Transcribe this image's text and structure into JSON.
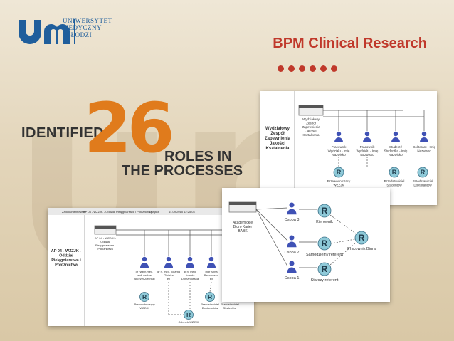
{
  "brand": {
    "university_line1": "UNIWERSYTET",
    "university_line2": "MEDYCZNY",
    "university_line3": "W ŁODZI"
  },
  "colors": {
    "accent": "#c0392b",
    "number": "#e07b1c",
    "logo_blue": "#1f5e9c",
    "node_blue": "#3f51b5",
    "role_teal": "#8ec9d8"
  },
  "slide": {
    "title": "BPM Clinical Research",
    "identified": "IDENTIFIED",
    "number": "26",
    "roles_in": "ROLES IN",
    "the_processes": "THE PROCESSES"
  },
  "panel_right": {
    "side_label": [
      "Wydziałowy",
      "Zespół",
      "Zapewnienia",
      "Jakości",
      "Kształcenia"
    ],
    "box_label": [
      "Wydziałowy",
      "Zespół",
      "Zapewnienia",
      "Jakości",
      "Kształcenia"
    ],
    "persons": [
      [
        "Pracownik",
        "Wydziału - Imię",
        "Nazwisko"
      ],
      [
        "Pracownik",
        "Wydziału - Imię",
        "Nazwisko"
      ],
      [
        "Student /",
        "Studentka - Imię",
        "Nazwisko"
      ],
      [
        "Doktorant - Imię",
        "Nazwisko"
      ]
    ],
    "roles": [
      [
        "Przewodniczący",
        "WZZJK"
      ],
      [
        "Przedstawiciel",
        "Studentów"
      ],
      [
        "Przedstawiciel",
        "Doktorantów"
      ]
    ]
  },
  "panel_middle": {
    "box_label": [
      "Akademickie",
      "Biuro Karier",
      "BABK"
    ],
    "persons": [
      "Osoba 3",
      "Osoba 2",
      "Osoba 1"
    ],
    "roles": [
      "Kierownik",
      "Samodzielny referent",
      "Starszy referent",
      "Pracownik Biura"
    ]
  },
  "panel_left": {
    "toolbar": [
      "Zadokumentowany",
      "AP 04 - WZZJK - Oddział Pielęgniarstwa i Położnictwa",
      "p.pajakb",
      "14.09.2015 12:25:04"
    ],
    "side_label": [
      "AP 04 - WZZJK -",
      "Oddział",
      "Pielęgniarstwa i",
      "Położnictwa"
    ],
    "box_label": [
      "AP 04 - WZZJK -",
      "Oddział",
      "Pielęgniarstwa i",
      "Położnictwa"
    ],
    "persons": [
      [
        "dr hab.n.med.",
        "prof. nadzw.",
        "Andrzej Zieliński"
      ],
      [
        "dr n. med. Jolanta",
        "Glińska",
        "ex"
      ],
      [
        "dr n. med.",
        "Jolanta",
        "Domanowska"
      ],
      [
        "mgr Anna",
        "Baczewska",
        "ex"
      ]
    ],
    "roles": [
      [
        "Przewodniczący",
        "WZZJK"
      ],
      [
        "Członek WZZJK"
      ],
      [
        "Przedstawiciel",
        "Doktorantów"
      ],
      [
        "Przedstawiciel",
        "Studentów"
      ]
    ],
    "role_letter": "R"
  }
}
